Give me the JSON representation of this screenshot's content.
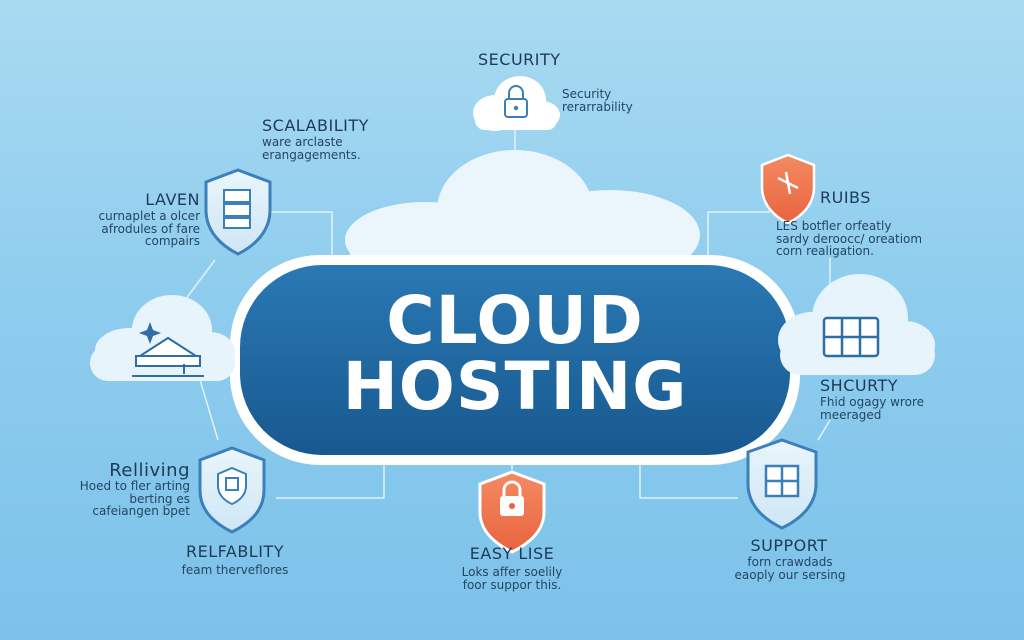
{
  "hero": {
    "line1": "CLOUD",
    "line2": "HOSTING"
  },
  "colors": {
    "background": "#8fcdee",
    "pill": "#1f6aa5",
    "shield_blue": "#5aa8d9",
    "shield_orange": "#ef7752",
    "cloud": "#e8f4fb"
  },
  "nodes": {
    "security_top": {
      "title": "SECURITY",
      "desc_1": "Security",
      "desc_2": "rerarrability",
      "icon": "lock-icon"
    },
    "scalability": {
      "title": "SCALABILITY",
      "desc_1": "ware arclaste",
      "desc_2": "erangagements.",
      "icon": "database-icon"
    },
    "laven": {
      "title": "LAVEN",
      "desc_1": "curnaplet a olcer",
      "desc_2": "afrodules of fare",
      "desc_3": "compairs",
      "icon": "server-stack-icon"
    },
    "left_cloud": {
      "icon": "server-rack-icon"
    },
    "relliving": {
      "title": "Relliving",
      "desc_1": "Hoed to fler arting",
      "desc_2": "berting  es",
      "desc_3": "cafeiangen bpet",
      "icon": "shield-box-icon"
    },
    "relfablity": {
      "title": "RELFABLITY",
      "desc_1": "feam therveflores",
      "icon": "shield-box-icon"
    },
    "easy_use": {
      "title": "EASY LISE",
      "desc_1": "Loks affer soelily",
      "desc_2": "foor suppor this.",
      "icon": "lock-icon"
    },
    "support": {
      "title": "SUPPORT",
      "desc_1": "forn crawdads",
      "desc_2": "eaoply our sersing",
      "icon": "window-icon"
    },
    "shcurty": {
      "title": "SHCURTY",
      "desc_1": "Fhid ogagy wrore",
      "desc_2": "meeraged",
      "icon": "grid-icon"
    },
    "ruibs": {
      "title": "RUIBS",
      "desc_1": "LES botfler orfeatly",
      "desc_2": "sardy deroocc/ oreatiom",
      "desc_3": "corn realigation.",
      "icon": "tools-icon"
    }
  }
}
